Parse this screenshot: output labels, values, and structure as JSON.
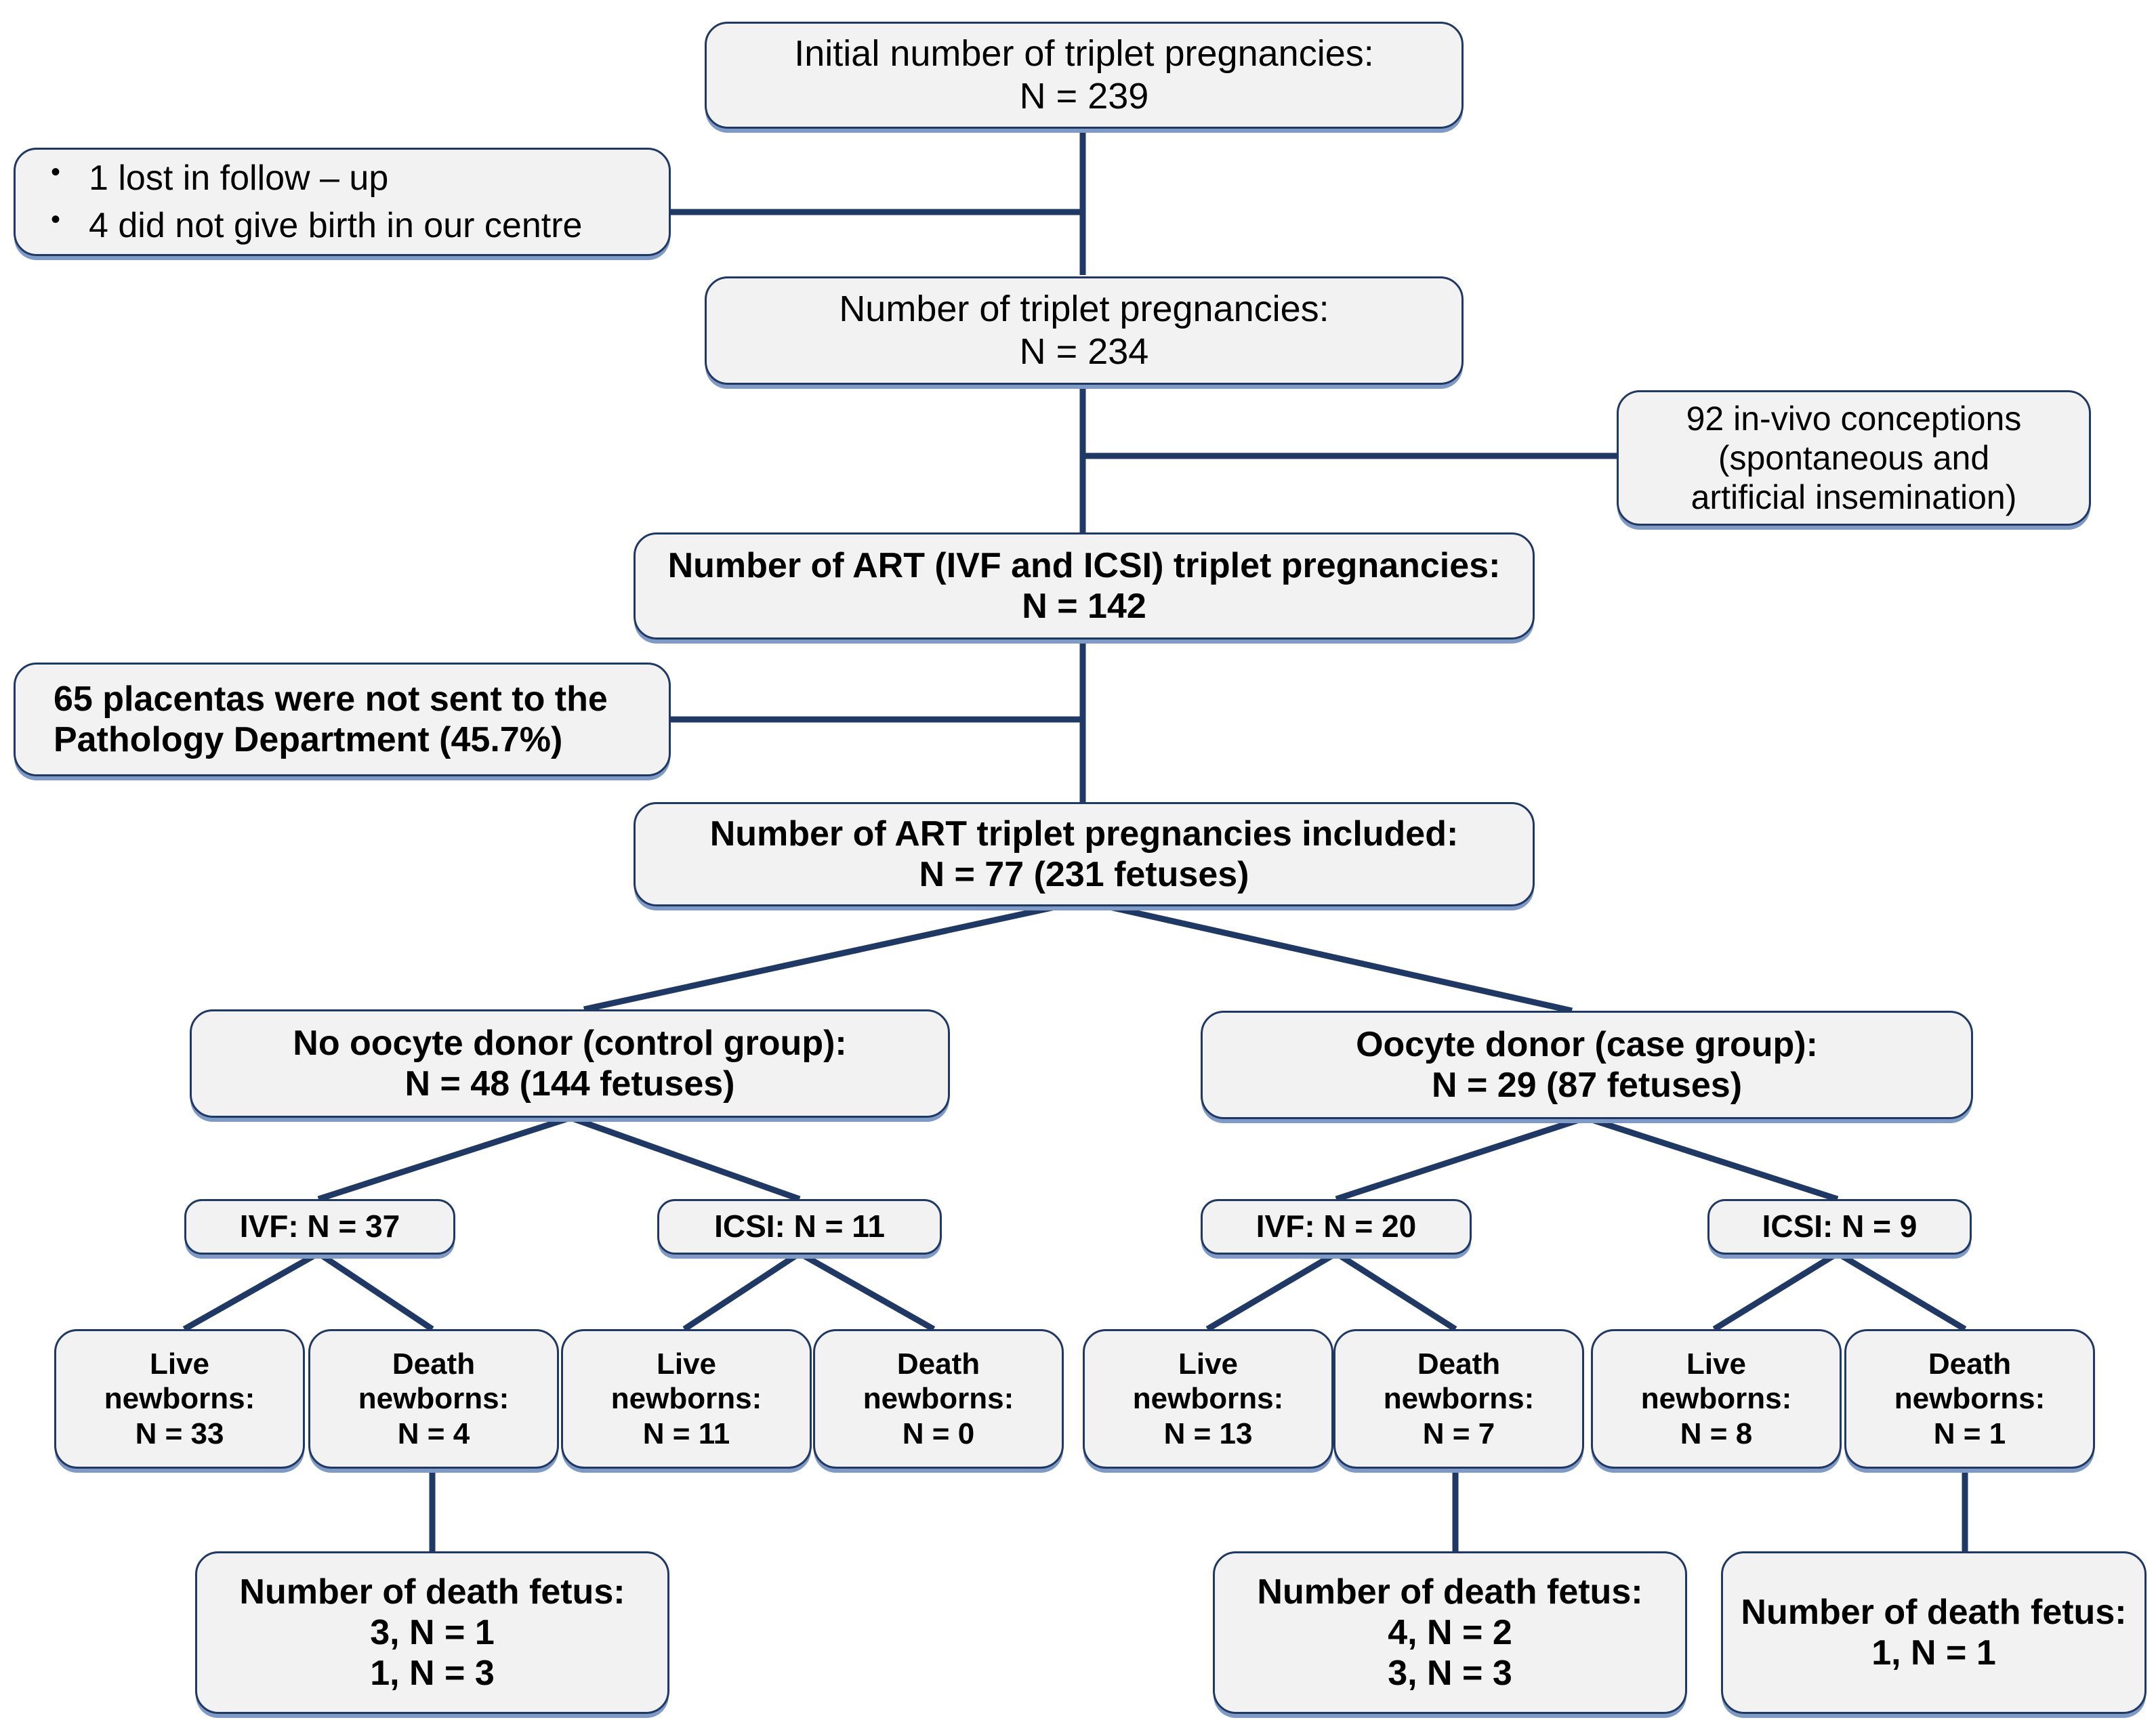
{
  "diagram": {
    "title": "Triplet pregnancies study flow diagram",
    "colors": {
      "node_fill": "#f2f2f2",
      "node_border": "#1f3864",
      "node_shadow": "#7f9ac4",
      "edge": "#1f3864",
      "text": "#000000",
      "background": "#ffffff"
    },
    "nodes": {
      "initial": {
        "lines": [
          "Initial number of triplet pregnancies:",
          "N = 239"
        ]
      },
      "exclusions_top": {
        "bullets": [
          "1  lost in follow – up",
          "4 did not give birth in our centre"
        ]
      },
      "triplet_total": {
        "lines": [
          "Number of triplet pregnancies:",
          "N = 234"
        ]
      },
      "in_vivo": {
        "lines": [
          "92 in-vivo conceptions",
          "(spontaneous and",
          "artificial insemination)"
        ]
      },
      "art_total": {
        "lines": [
          "Number of ART (IVF and ICSI) triplet pregnancies:",
          "N = 142"
        ]
      },
      "placentas_excluded": {
        "lines": [
          "65 placentas were not sent to the",
          "Pathology Department (45.7%)"
        ]
      },
      "art_included": {
        "lines": [
          "Number of ART triplet pregnancies included:",
          "N = 77 (231 fetuses)"
        ]
      },
      "control_group": {
        "lines": [
          "No oocyte donor (control group):",
          "N = 48 (144 fetuses)"
        ]
      },
      "case_group": {
        "lines": [
          "Oocyte donor (case group):",
          "N = 29 (87 fetuses)"
        ]
      },
      "control_ivf": {
        "lines": [
          "IVF: N = 37"
        ]
      },
      "control_icsi": {
        "lines": [
          "ICSI: N = 11"
        ]
      },
      "case_ivf": {
        "lines": [
          "IVF: N = 20"
        ]
      },
      "case_icsi": {
        "lines": [
          "ICSI: N = 9"
        ]
      },
      "control_ivf_live": {
        "lines": [
          "Live",
          "newborns:",
          "N = 33"
        ]
      },
      "control_ivf_death": {
        "lines": [
          "Death",
          "newborns:",
          "N = 4"
        ]
      },
      "control_icsi_live": {
        "lines": [
          "Live",
          "newborns:",
          "N = 11"
        ]
      },
      "control_icsi_death": {
        "lines": [
          "Death",
          "newborns:",
          "N = 0"
        ]
      },
      "case_ivf_live": {
        "lines": [
          "Live",
          "newborns:",
          "N = 13"
        ]
      },
      "case_ivf_death": {
        "lines": [
          "Death",
          "newborns:",
          "N = 7"
        ]
      },
      "case_icsi_live": {
        "lines": [
          "Live",
          "newborns:",
          "N = 8"
        ]
      },
      "case_icsi_death": {
        "lines": [
          "Death",
          "newborns:",
          "N = 1"
        ]
      },
      "control_death_fetus": {
        "lines": [
          "Number of death fetus:",
          "3, N = 1",
          "1, N = 3"
        ]
      },
      "case_ivf_death_fetus": {
        "lines": [
          "Number of death fetus:",
          "4, N = 2",
          "3, N = 3"
        ]
      },
      "case_icsi_death_fetus": {
        "lines": [
          "Number of death fetus:",
          "1, N = 1"
        ]
      }
    }
  }
}
